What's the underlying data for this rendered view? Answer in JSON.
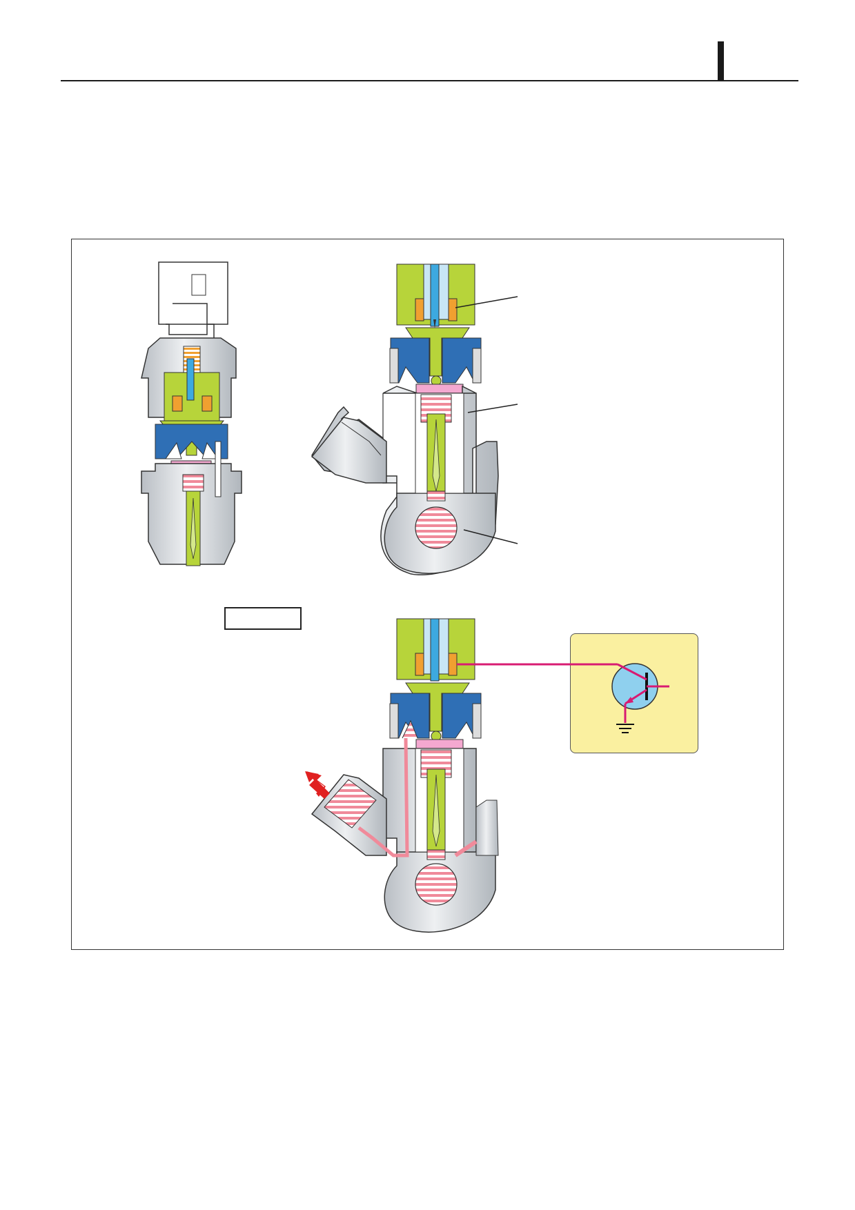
{
  "header": {
    "section_mark": ""
  },
  "figure": {
    "views": [
      {
        "name": "full-injector-section"
      },
      {
        "name": "valve-closed-detail"
      },
      {
        "name": "valve-open-detail"
      }
    ],
    "label_box_text": "",
    "circuit": {
      "component": "transistor",
      "ground": true
    },
    "colors": {
      "armature": "#b7d43a",
      "control_body": "#2f6fb5",
      "fuel_pressure": "#f08a9a",
      "solenoid_coil": "#f0a030",
      "housing": "#c8cdd2",
      "signal_wire": "#d81b72",
      "circuit_panel": "#faf0a0",
      "transistor": "#8fd0ee",
      "flow_arrow": "#e02020"
    }
  }
}
